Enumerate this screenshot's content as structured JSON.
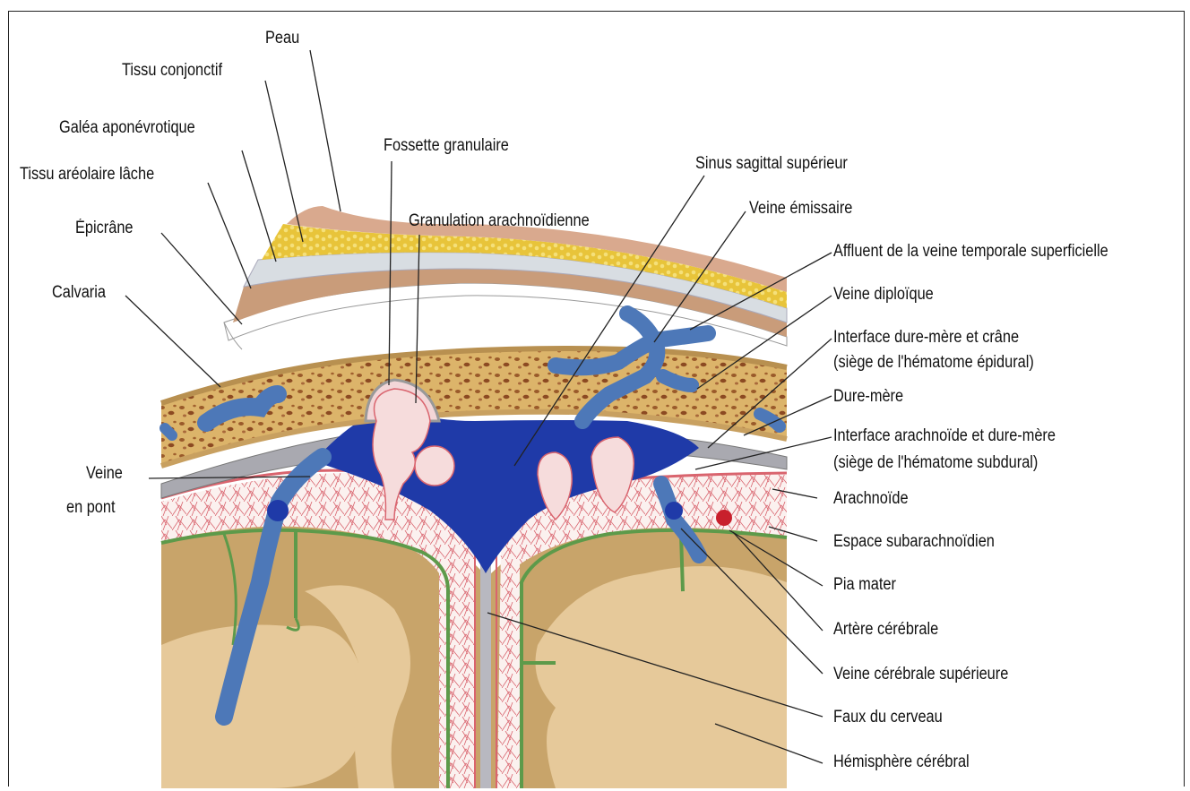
{
  "labels": {
    "peau": "Peau",
    "tissu_conjonctif": "Tissu conjonctif",
    "galea": "Galéa aponévrotique",
    "tissu_areolaire": "Tissu aréolaire lâche",
    "epicrane": "Épicrâne",
    "calvaria": "Calvaria",
    "veine_en_pont_1": "Veine",
    "veine_en_pont_2": "en pont",
    "fossette": "Fossette granulaire",
    "granulation": "Granulation arachnoïdienne",
    "sinus": "Sinus sagittal supérieur",
    "veine_emissaire": "Veine émissaire",
    "affluent": "Affluent de la veine temporale superficielle",
    "veine_diploique": "Veine diploïque",
    "interface_dm_crane_1": "Interface dure-mère et crâne",
    "interface_dm_crane_2": "(siège de l'hématome épidural)",
    "dure_mere": "Dure-mère",
    "interface_arach_1": "Interface arachnoïde et dure-mère",
    "interface_arach_2": "(siège de l'hématome subdural)",
    "arachnoide": "Arachnoïde",
    "espace_sub": "Espace subarachnoïdien",
    "pia": "Pia mater",
    "artere": "Artère cérébrale",
    "veine_cerebrale": "Veine cérébrale supérieure",
    "faux": "Faux du cerveau",
    "hemisphere": "Hémisphère cérébral"
  },
  "colors": {
    "brain": "#c8a46a",
    "brain_light": "#e6c99a",
    "bone": "#dcb46a",
    "sinus": "#1f3aa8",
    "vein": "#4d78b8",
    "dura": "#9a9aa0",
    "arachnoid": "#d9646e",
    "pia": "#5d9a4a",
    "fat": "#e8c43a",
    "skin": "#d9a98e"
  }
}
